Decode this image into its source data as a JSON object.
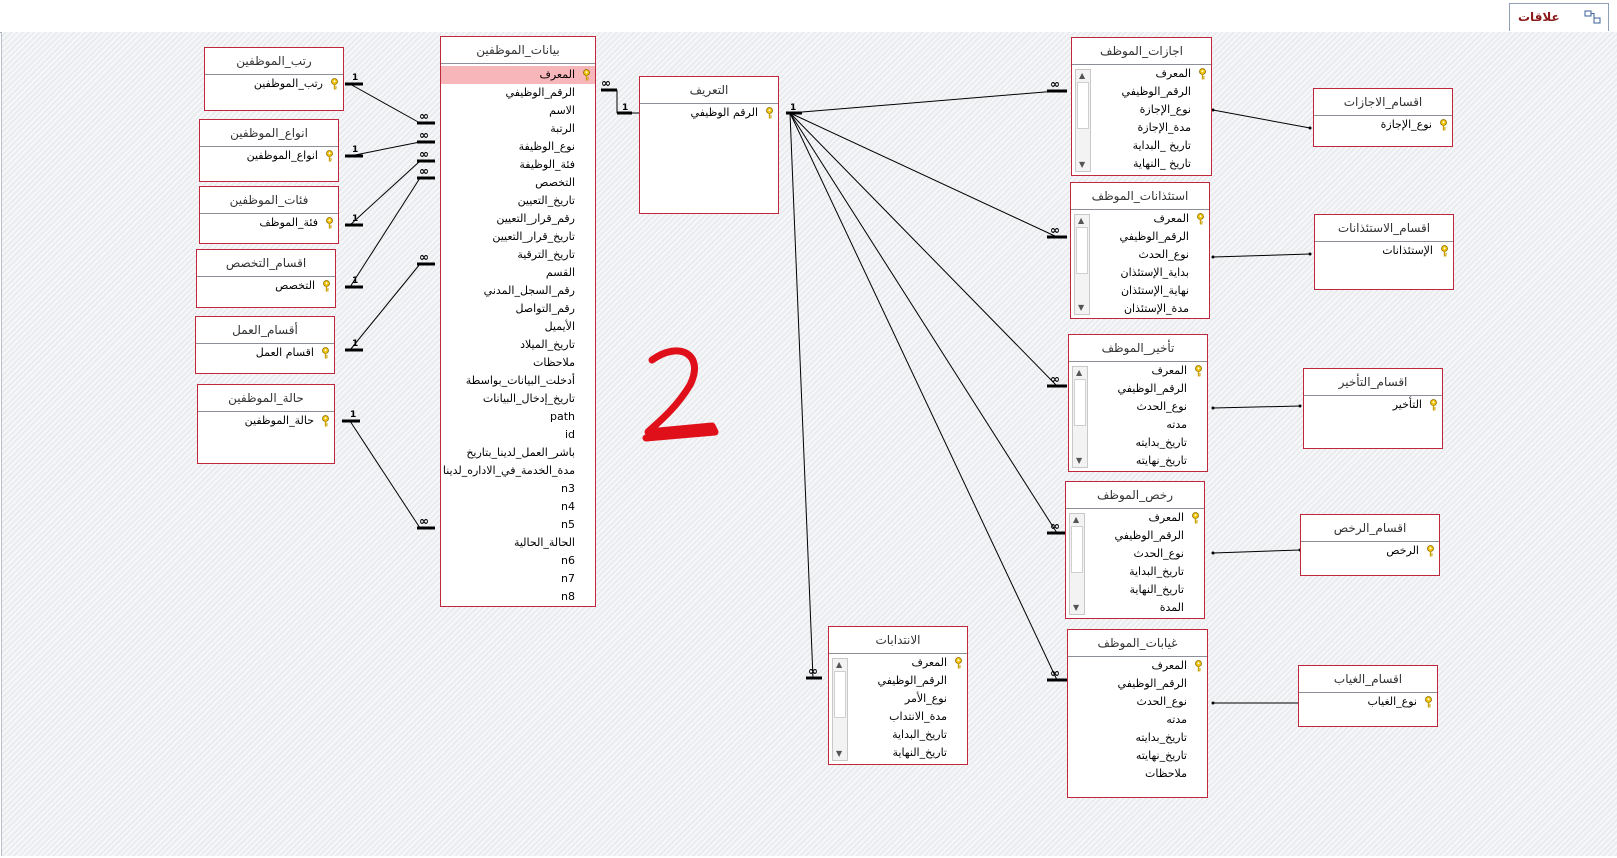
{
  "tab": {
    "label": "علاقات"
  },
  "tables": {
    "ranks": {
      "title": "رتب_الموظفين",
      "fields": [
        {
          "name": "رتب_الموظفين",
          "key": true
        }
      ]
    },
    "types": {
      "title": "انواع_الموظفين",
      "fields": [
        {
          "name": "انواع_الموظفين",
          "key": true
        }
      ]
    },
    "cats": {
      "title": "فئات_الموظفين",
      "fields": [
        {
          "name": "فئة_الموظف",
          "key": true
        }
      ]
    },
    "spec": {
      "title": "اقسام_التخصص",
      "fields": [
        {
          "name": "التخصص",
          "key": true
        }
      ]
    },
    "work": {
      "title": "أقسام_العمل",
      "fields": [
        {
          "name": "اقسام العمل",
          "key": true
        }
      ]
    },
    "status": {
      "title": "حالة_الموظفين",
      "fields": [
        {
          "name": "حالة_الموظفين",
          "key": true
        }
      ]
    },
    "emp": {
      "title": "بيانات_الموظفين",
      "fields": [
        {
          "name": "المعرف",
          "key": true,
          "selected": true
        },
        {
          "name": "الرقم_الوظيفي"
        },
        {
          "name": "الاسم"
        },
        {
          "name": "الرتبة"
        },
        {
          "name": "نوع_الوظيفة"
        },
        {
          "name": "فئة_الوظيفة"
        },
        {
          "name": "التخصص"
        },
        {
          "name": "تاريخ_التعيين"
        },
        {
          "name": "رقم_قرار_التعيين"
        },
        {
          "name": "تاريخ_قرار_التعيين"
        },
        {
          "name": "تاريخ_الترقية"
        },
        {
          "name": "القسم"
        },
        {
          "name": "رقم_السجل_المدني"
        },
        {
          "name": "رقم_التواصل"
        },
        {
          "name": "الأيميل"
        },
        {
          "name": "تاريخ_الميلاد"
        },
        {
          "name": "ملاحظات"
        },
        {
          "name": "أدخلت_البيانات_بواسطة"
        },
        {
          "name": "تاريخ_إدخال_البيانات"
        },
        {
          "name": "path"
        },
        {
          "name": "id"
        },
        {
          "name": "باشر_العمل_لدينا_بتاريخ"
        },
        {
          "name": "مدة_الخدمة_في_الاداره_لدينا"
        },
        {
          "name": "n3"
        },
        {
          "name": "n4"
        },
        {
          "name": "n5"
        },
        {
          "name": "الحالة_الحالية"
        },
        {
          "name": "n6"
        },
        {
          "name": "n7"
        },
        {
          "name": "n8"
        }
      ]
    },
    "ident": {
      "title": "التعريف",
      "fields": [
        {
          "name": "الرقم الوظيفي",
          "key": true
        }
      ]
    },
    "leaves": {
      "title": "اجازات_الموظف",
      "fields": [
        {
          "name": "المعرف",
          "key": true
        },
        {
          "name": "الرقم_الوظيفي"
        },
        {
          "name": "نوع_الإجازة"
        },
        {
          "name": "مدة_الإجازة"
        },
        {
          "name": "تاريخ _البداية"
        },
        {
          "name": "تاريخ _النهاية"
        }
      ]
    },
    "leaveDeps": {
      "title": "اقسام_الاجازات",
      "fields": [
        {
          "name": "نوع_الإجازة",
          "key": true
        }
      ]
    },
    "perms": {
      "title": "استئذانات_الموظف",
      "fields": [
        {
          "name": "المعرف",
          "key": true
        },
        {
          "name": "الرقم_الوظيفي"
        },
        {
          "name": "نوع_الحدث"
        },
        {
          "name": "بداية_الإستئذان"
        },
        {
          "name": "نهاية_الإستئذان"
        },
        {
          "name": "مدة_الإستئذان"
        }
      ]
    },
    "permDeps": {
      "title": "اقسام_الاستئذانات",
      "fields": [
        {
          "name": "الإستئذانات",
          "key": true
        }
      ]
    },
    "delay": {
      "title": "تأخير_الموظف",
      "fields": [
        {
          "name": "المعرف",
          "key": true
        },
        {
          "name": "الرقم_الوظيفي"
        },
        {
          "name": "نوع_الحدث"
        },
        {
          "name": "مدته"
        },
        {
          "name": "تاريخ_بدايته"
        },
        {
          "name": "تاريخ_نهايته"
        }
      ]
    },
    "delayDeps": {
      "title": "اقسام_التأخير",
      "fields": [
        {
          "name": "التأخير",
          "key": true
        }
      ]
    },
    "lic": {
      "title": "رخص_الموظف",
      "fields": [
        {
          "name": "المعرف",
          "key": true
        },
        {
          "name": "الرقم_الوظيفي"
        },
        {
          "name": "نوع_الحدث"
        },
        {
          "name": "تاريخ_البداية"
        },
        {
          "name": "تاريخ_النهاية"
        },
        {
          "name": "المدة"
        }
      ]
    },
    "licDeps": {
      "title": "اقسام_الرخص",
      "fields": [
        {
          "name": "الرخص",
          "key": true
        }
      ]
    },
    "absence": {
      "title": "غيابات_الموظف",
      "fields": [
        {
          "name": "المعرف",
          "key": true
        },
        {
          "name": "الرقم_الوظيفي"
        },
        {
          "name": "نوع_الحدث"
        },
        {
          "name": "مدته"
        },
        {
          "name": "تاريخ_بدايته"
        },
        {
          "name": "تاريخ_نهايته"
        },
        {
          "name": "ملاحظات"
        }
      ]
    },
    "absDeps": {
      "title": "اقسام_الغياب",
      "fields": [
        {
          "name": "نوع_الغياب",
          "key": true
        }
      ]
    },
    "deleg": {
      "title": "الانتدابات",
      "fields": [
        {
          "name": "المعرف",
          "key": true
        },
        {
          "name": "الرقم_الوظيفي"
        },
        {
          "name": "نوع_الأمر"
        },
        {
          "name": "مدة_الانتداب"
        },
        {
          "name": "تاريخ_البداية"
        },
        {
          "name": "تاريخ_النهاية"
        }
      ]
    }
  },
  "annotation": "2",
  "colors": {
    "border": "#c0273a",
    "annotation": "#e0101a",
    "line": "#000000"
  }
}
